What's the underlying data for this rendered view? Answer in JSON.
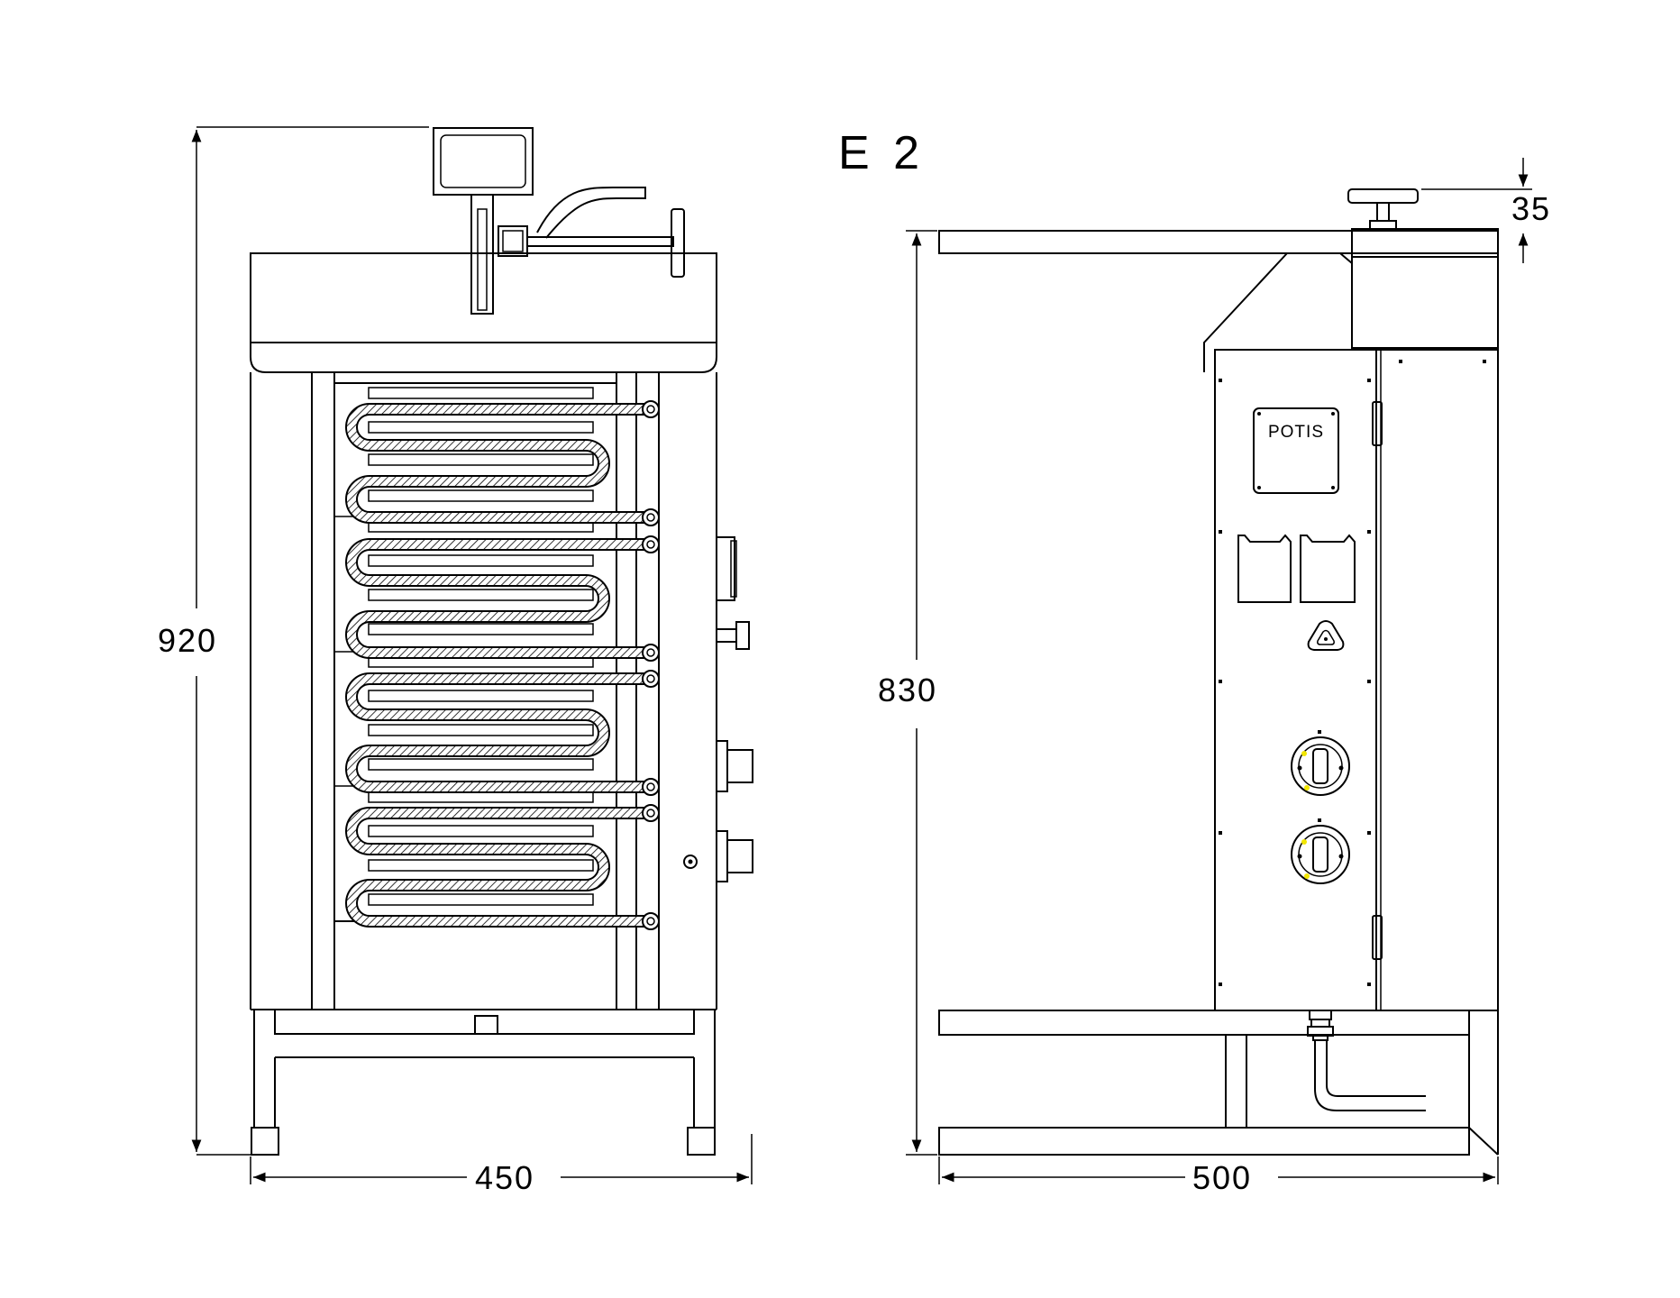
{
  "title": "E 2",
  "brand_label": "POTIS",
  "dimensions": {
    "front_height": "920",
    "front_width": "450",
    "side_height": "830",
    "side_width": "500",
    "top_offset": "35"
  },
  "colors": {
    "line": "#000000",
    "background": "#ffffff",
    "knob_marker": "#f2e600"
  },
  "icons": {
    "warning_light": "warning-triangle-icon",
    "control_knob": "rotary-knob-icon"
  }
}
